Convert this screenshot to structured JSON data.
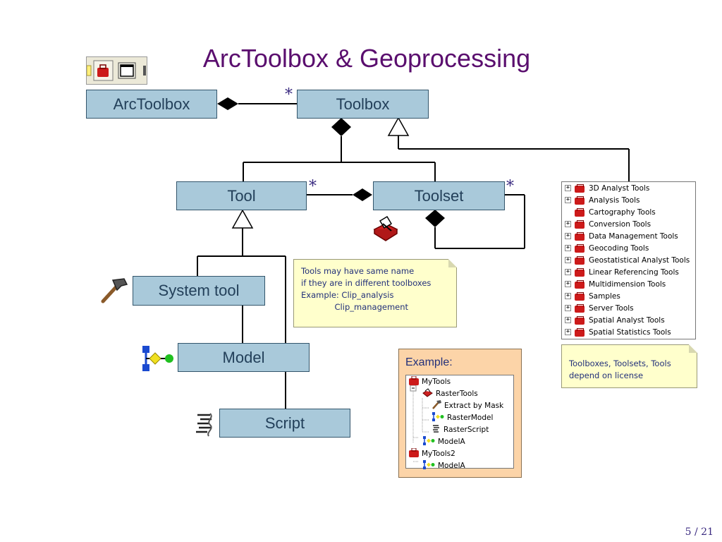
{
  "title": "ArcToolbox & Geoprocessing",
  "boxes": {
    "arctoolbox": "ArcToolbox",
    "toolbox": "Toolbox",
    "tool": "Tool",
    "toolset": "Toolset",
    "system_tool": "System tool",
    "model": "Model",
    "script": "Script"
  },
  "multiplicity": "*",
  "note_names": {
    "lines": [
      "Tools may have same name",
      "if they are in different toolboxes",
      "Example: Clip_analysis",
      "             Clip_management"
    ]
  },
  "note_license": {
    "lines": [
      "Toolboxes, Toolsets, Tools",
      "depend on license"
    ]
  },
  "toolbox_list": [
    {
      "label": "3D Analyst Tools",
      "expand": true
    },
    {
      "label": "Analysis Tools",
      "expand": true
    },
    {
      "label": "Cartography Tools",
      "expand": false
    },
    {
      "label": "Conversion Tools",
      "expand": true
    },
    {
      "label": "Data Management Tools",
      "expand": true
    },
    {
      "label": "Geocoding Tools",
      "expand": true
    },
    {
      "label": "Geostatistical Analyst Tools",
      "expand": true
    },
    {
      "label": "Linear Referencing Tools",
      "expand": true
    },
    {
      "label": "Multidimension Tools",
      "expand": true
    },
    {
      "label": "Samples",
      "expand": true
    },
    {
      "label": "Server Tools",
      "expand": true
    },
    {
      "label": "Spatial Analyst Tools",
      "expand": true
    },
    {
      "label": "Spatial Statistics Tools",
      "expand": true
    }
  ],
  "example": {
    "header": "Example:",
    "tree": [
      {
        "label": "MyTools",
        "icon": "toolbox-icon",
        "level": 0
      },
      {
        "label": "RasterTools",
        "icon": "toolset-icon",
        "level": 1
      },
      {
        "label": "Extract by Mask",
        "icon": "hammer-icon",
        "level": 2
      },
      {
        "label": "RasterModel",
        "icon": "model-icon",
        "level": 2
      },
      {
        "label": "RasterScript",
        "icon": "script-icon",
        "level": 2
      },
      {
        "label": "ModelA",
        "icon": "model-icon",
        "level": 1
      },
      {
        "label": "MyTools2",
        "icon": "toolbox-icon",
        "level": 0
      },
      {
        "label": "ModelA",
        "icon": "model-icon",
        "level": 1
      }
    ]
  },
  "page_number": "5 / 21",
  "colors": {
    "box_fill": "#a9c9da",
    "title": "#5a0e6e",
    "note_fill": "#ffffcc",
    "example_fill": "#fcd4a8"
  }
}
